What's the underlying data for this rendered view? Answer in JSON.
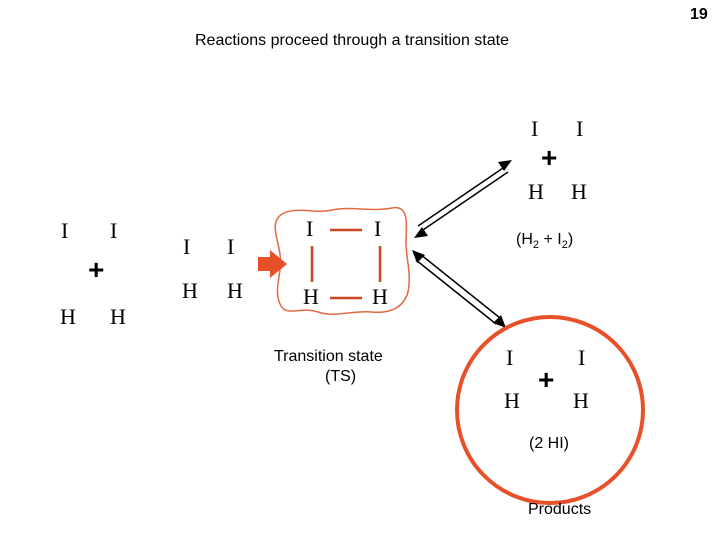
{
  "page_number": "19",
  "title": "Reactions proceed through a transition state",
  "reactants_left": {
    "top_left": "I",
    "top_right": "I",
    "plus": "+",
    "bottom_left": "H",
    "bottom_right": "H"
  },
  "approaching": {
    "top_left": "I",
    "top_right": "I",
    "bottom_left": "H",
    "bottom_right": "H"
  },
  "transition_state": {
    "top_left": "I",
    "top_right": "I",
    "bottom_left": "H",
    "bottom_right": "H",
    "caption_line1": "Transition state",
    "caption_line2": "(TS)"
  },
  "reactants_right": {
    "top_left": "I",
    "top_right": "I",
    "plus": "+",
    "bottom_left": "H",
    "bottom_right": "H",
    "label_prefix": "(H",
    "label_sub1": "2",
    "label_mid": " + I",
    "label_sub2": "2",
    "label_suffix": ")"
  },
  "products": {
    "left_top": "I",
    "left_bottom": "H",
    "plus": "+",
    "right_top": "I",
    "right_bottom": "H",
    "label": "(2 HI)",
    "caption": "Products"
  },
  "colors": {
    "accent": "#e8502a",
    "ts_bond": "#cc4422",
    "ts_outline": "#e06a44"
  }
}
